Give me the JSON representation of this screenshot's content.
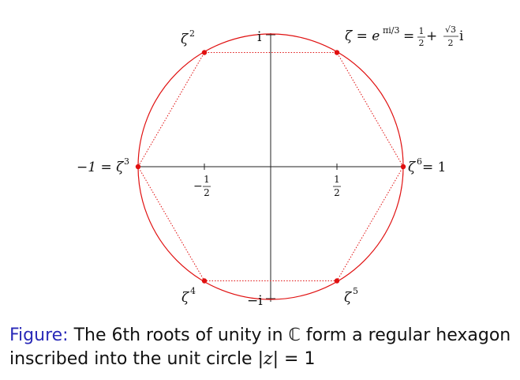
{
  "diagram": {
    "axis_labels": {
      "i": "i",
      "minus_i": "−i",
      "minus_half_num": "1",
      "minus_half_den": "2",
      "minus_half_sign": "−",
      "half_num": "1",
      "half_den": "2"
    },
    "point_labels": {
      "zeta1_lhs": "ζ = e",
      "zeta1_exp": "πi/3",
      "zeta1_eq": " = ",
      "zeta1_half_num": "1",
      "zeta1_half_den": "2",
      "zeta1_plus": " + ",
      "zeta1_sqrt3": "√3",
      "zeta1_sqrt_den": "2",
      "zeta1_i": " i",
      "zeta2": "ζ",
      "zeta2_exp": "2",
      "zeta3_lhs": "−1 = ζ",
      "zeta3_exp": "3",
      "zeta4": "ζ",
      "zeta4_exp": "4",
      "zeta5": "ζ",
      "zeta5_exp": "5",
      "zeta6": "ζ",
      "zeta6_exp": "6",
      "zeta6_rhs": " = 1"
    },
    "colors": {
      "circle": "#e01010",
      "points": "#e01010",
      "hexagon": "#e01010",
      "axes": "#222222"
    }
  },
  "caption": {
    "prefix": "Figure:",
    "text_1": " The 6th roots of unity in ",
    "C_symbol": "ℂ",
    "text_2": " form a regular hexagon inscribed into the unit circle ",
    "abs_open": "|",
    "z": "z",
    "abs_close": "|",
    "text_3": " = 1"
  }
}
